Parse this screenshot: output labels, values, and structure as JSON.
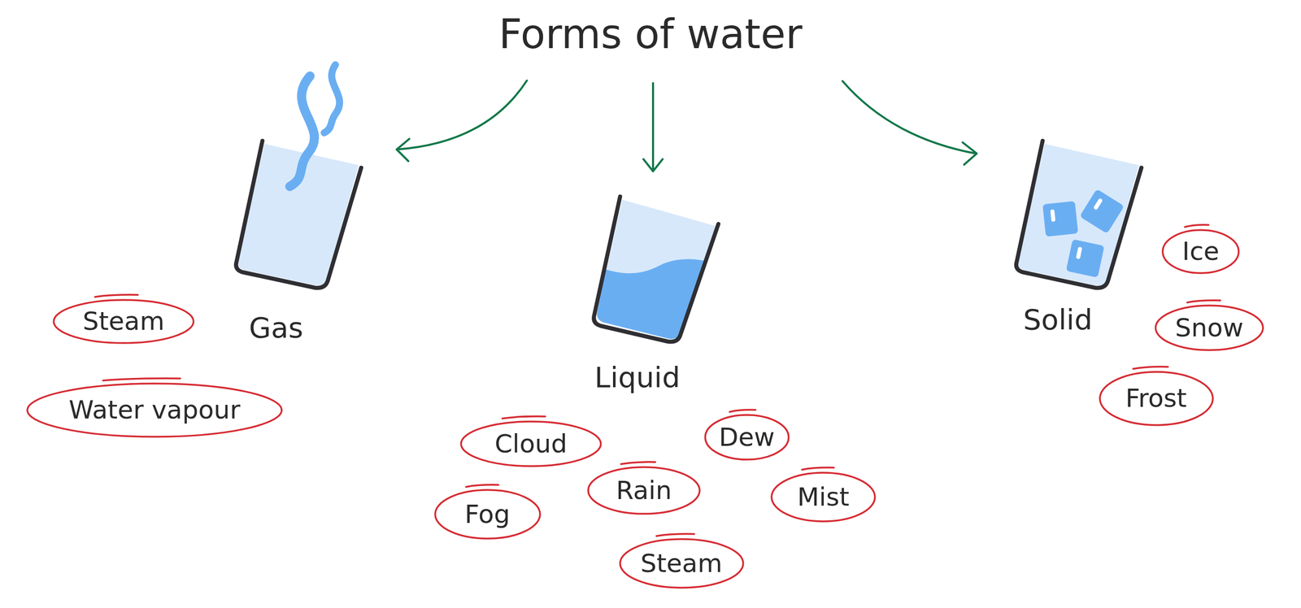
{
  "diagram": {
    "title": "Forms of water",
    "nodes": [
      {
        "text": [
          "Gas"
        ]
      },
      {
        "text": [
          "Liquid"
        ]
      },
      {
        "text": [
          "Solid"
        ]
      },
      {
        "text": [
          "Steam"
        ]
      },
      {
        "text": [
          "Water vapour"
        ]
      },
      {
        "text": [
          "Cloud"
        ]
      },
      {
        "text": [
          "Dew"
        ]
      },
      {
        "text": [
          "Fog"
        ]
      },
      {
        "text": [
          "Rain"
        ]
      },
      {
        "text": [
          "Mist"
        ]
      },
      {
        "text": [
          "Steam"
        ]
      },
      {
        "text": [
          "Ice"
        ]
      },
      {
        "text": [
          "Snow"
        ]
      },
      {
        "text": [
          "Frost"
        ]
      }
    ]
  }
}
